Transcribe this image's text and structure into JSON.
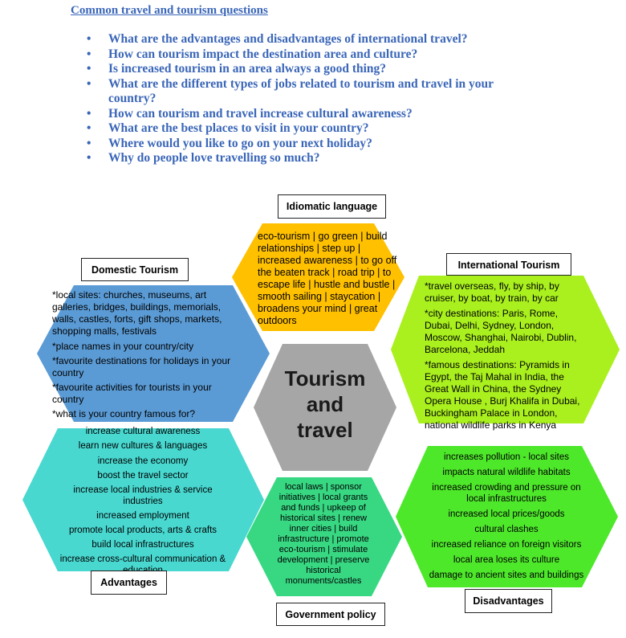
{
  "heading": "Common travel and tourism questions",
  "bullet_glyph": "•",
  "questions": [
    "What are the advantages and disadvantages of international travel?",
    "How can tourism impact the destination area and culture?",
    "Is increased tourism in an area always a good thing?",
    "What are the different types of jobs related to tourism and travel in your country?",
    "How can tourism and travel increase cultural awareness?",
    "What are the best places to visit in your country?",
    "Where would you like to go on your next holiday?",
    "Why do people love travelling so much?"
  ],
  "center": {
    "line1": "Tourism",
    "line2": "and",
    "line3": "travel"
  },
  "labels": {
    "idiomatic": "Idiomatic language",
    "domestic": "Domestic Tourism",
    "international": "International Tourism",
    "advantages": "Advantages",
    "disadvantages": "Disadvantages",
    "government": "Government policy"
  },
  "idiomatic_text": "eco-tourism | go green | build relationships | step up | increased awareness | to go off  the beaten track | road trip | to escape life | hustle and bustle | smooth sailing | staycation | broadens your mind | great outdoors",
  "domestic_items": [
    "*local sites: churches, museums, art galleries, bridges, buildings, memorials, walls, castles, forts, gift shops, markets, shopping malls, festivals",
    "*place names in your country/city",
    "*favourite destinations for holidays in your country",
    "*favourite activities for tourists in your country",
    "*what is your country famous for?"
  ],
  "international_items": [
    "*travel overseas, fly, by ship, by cruiser, by boat, by train, by car",
    "*city destinations: Paris, Rome, Dubai, Delhi, Sydney, London, Moscow, Shanghai, Nairobi, Dublin, Barcelona, Jeddah",
    "*famous destinations: Pyramids in Egypt, the Taj Mahal in India, the Great Wall in China, the Sydney Opera House , Burj Khalifa in Dubai, Buckingham Palace in London, national wildlife parks in Kenya"
  ],
  "advantages_items": [
    "increase cultural awareness",
    "learn new cultures & languages",
    "increase the economy",
    "boost the travel sector",
    "increase local industries & service industries",
    "increased employment",
    "promote local products, arts & crafts",
    "build local infrastructures",
    "increase cross-cultural communication & education"
  ],
  "government_text": "local laws | sponsor initiatives | local grants and funds | upkeep of historical sites | renew inner cities | build infrastructure | promote eco-tourism | stimulate development | preserve historical monuments/castles",
  "disadvantages_items": [
    "increases pollution - local sites",
    "impacts natural wildlife habitats",
    "increased crowding and pressure on local infrastructures",
    "increased local prices/goods",
    "cultural clashes",
    "increased reliance on foreign visitors",
    "local area loses its culture",
    "damage to ancient sites and buildings"
  ],
  "colors": {
    "heading": "#3a66b8",
    "idiomatic": "#ffc000",
    "domestic": "#5b9bd5",
    "international": "#a9f01e",
    "center": "#a6a6a6",
    "advantages": "#48d8d0",
    "government": "#38d883",
    "disadvantages": "#4ee82b"
  }
}
